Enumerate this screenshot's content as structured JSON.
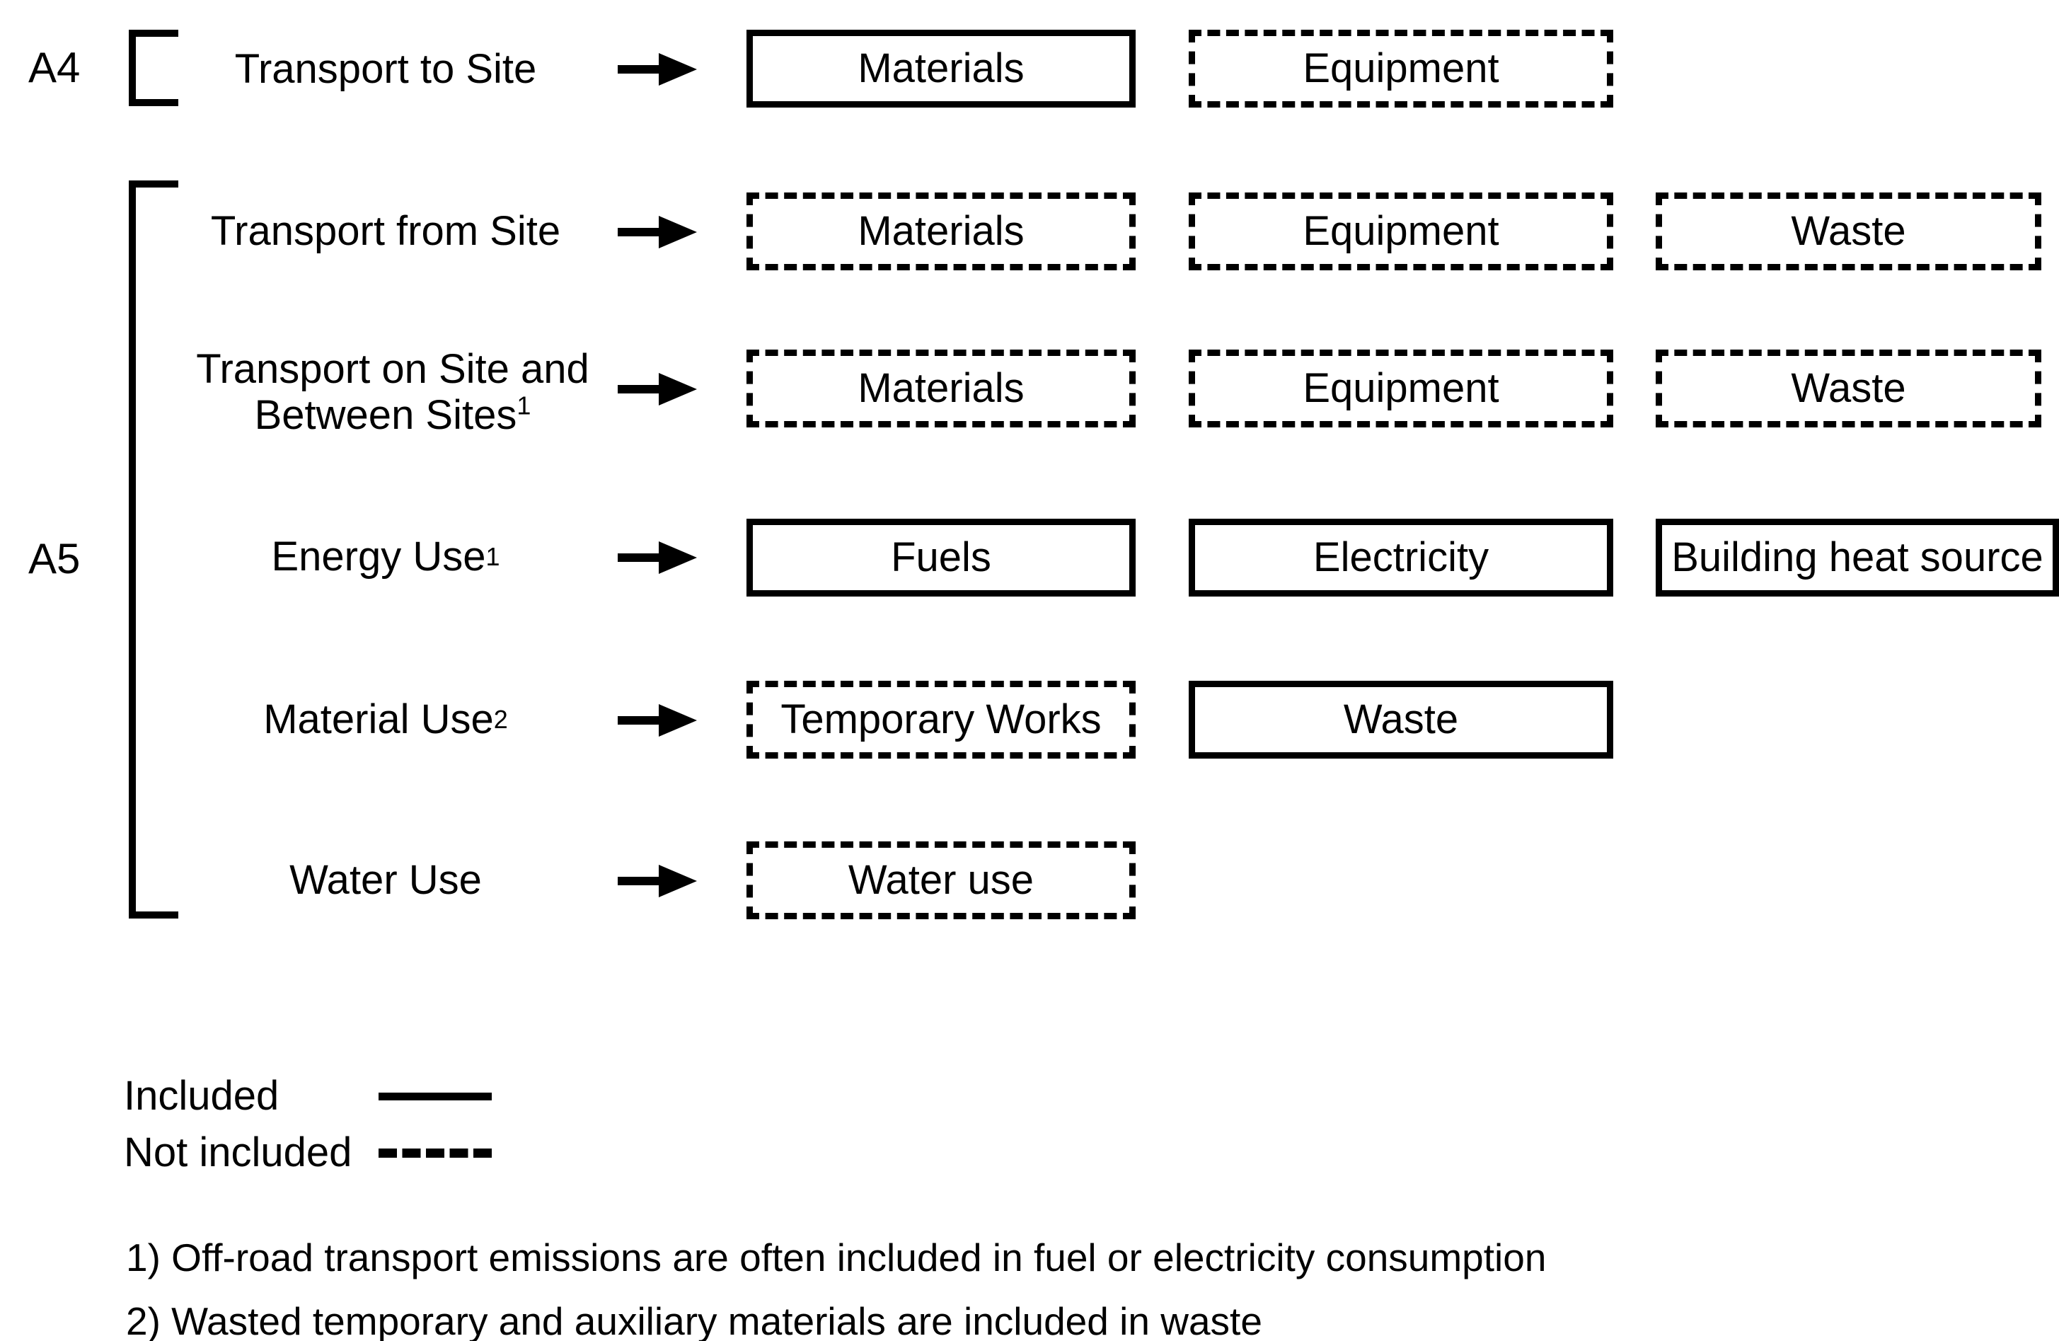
{
  "diagram": {
    "title": "Construction stage A4/A5 inclusion scope diagram",
    "stages": [
      {
        "id": "A4",
        "label": "A4"
      },
      {
        "id": "A5",
        "label": "A5"
      }
    ],
    "rows": [
      {
        "stage": "A4",
        "label": "Transport to Site",
        "label_superscript": "",
        "arrow": "arrow-right-icon",
        "boxes": [
          {
            "label": "Materials",
            "style": "included"
          },
          {
            "label": "Equipment",
            "style": "not-included"
          }
        ]
      },
      {
        "stage": "A5",
        "label": "Transport from Site",
        "label_superscript": "",
        "arrow": "arrow-right-icon",
        "boxes": [
          {
            "label": "Materials",
            "style": "not-included"
          },
          {
            "label": "Equipment",
            "style": "not-included"
          },
          {
            "label": "Waste",
            "style": "not-included"
          }
        ]
      },
      {
        "stage": "A5",
        "label": "Transport on Site and Between Sites",
        "label_line1": "Transport on Site and",
        "label_line2": "Between Sites",
        "label_superscript": "1",
        "arrow": "arrow-right-icon",
        "boxes": [
          {
            "label": "Materials",
            "style": "not-included"
          },
          {
            "label": "Equipment",
            "style": "not-included"
          },
          {
            "label": "Waste",
            "style": "not-included"
          }
        ]
      },
      {
        "stage": "A5",
        "label": "Energy Use",
        "label_superscript": "1",
        "arrow": "arrow-right-icon",
        "boxes": [
          {
            "label": "Fuels",
            "style": "included"
          },
          {
            "label": "Electricity",
            "style": "included"
          },
          {
            "label": "Building heat source",
            "style": "included"
          }
        ]
      },
      {
        "stage": "A5",
        "label": "Material Use",
        "label_superscript": "2",
        "arrow": "arrow-right-icon",
        "boxes": [
          {
            "label": "Temporary Works",
            "style": "not-included"
          },
          {
            "label": "Waste",
            "style": "included"
          }
        ]
      },
      {
        "stage": "A5",
        "label": "Water Use",
        "label_superscript": "",
        "arrow": "arrow-right-icon",
        "boxes": [
          {
            "label": "Water use",
            "style": "not-included"
          }
        ]
      }
    ]
  },
  "legend": {
    "items": [
      {
        "label": "Included",
        "line_style": "solid"
      },
      {
        "label": "Not included",
        "line_style": "dashed"
      }
    ]
  },
  "footnotes": [
    "1) Off-road transport emissions are often included in fuel or electricity consumption",
    "2) Wasted temporary and auxiliary materials are included in waste"
  ],
  "colors": {
    "ink": "#000000",
    "background": "#ffffff"
  }
}
